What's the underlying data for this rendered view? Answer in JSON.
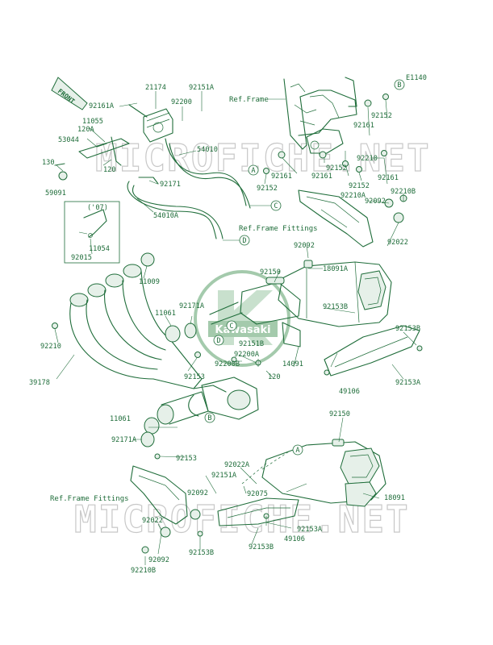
{
  "diagram_code": "E1140",
  "watermark": "MICROFICHE.NET",
  "logo_text": "Kawasaki",
  "front_label": "FRONT",
  "ref_frame_label": "Ref.Frame",
  "ref_frame_fittings_label": "Ref.Frame Fittings",
  "variant_label": "('07)",
  "circle_markers": [
    "A",
    "B",
    "C",
    "D"
  ],
  "part_numbers": {
    "p21174": "21174",
    "p92151A": "92151A",
    "p92200": "92200",
    "p92161A": "92161A",
    "p11055": "11055",
    "p120A": "120A",
    "p53044": "53044",
    "p130": "130",
    "p59091": "59091",
    "p120": "120",
    "p54010": "54010",
    "p92171": "92171",
    "p54010A": "54010A",
    "p11054": "11054",
    "p92015": "92015",
    "p11009": "11009",
    "p92210": "92210",
    "p39178": "39178",
    "p11061": "11061",
    "p92171A": "92171A",
    "p92153": "92153",
    "p92150": "92150",
    "p92151B": "92151B",
    "p92200A": "92200A",
    "p92200B": "92200B",
    "p14091": "14091",
    "p18091A": "18091A",
    "p92092": "92092",
    "p92022": "92022",
    "p92210B": "92210B",
    "p92152": "92152",
    "p92161": "92161",
    "p92210A": "92210A",
    "p92153B": "92153B",
    "p92153A": "92153A",
    "p49106": "49106",
    "p92022A": "92022A",
    "p92075": "92075",
    "p18091": "18091"
  }
}
